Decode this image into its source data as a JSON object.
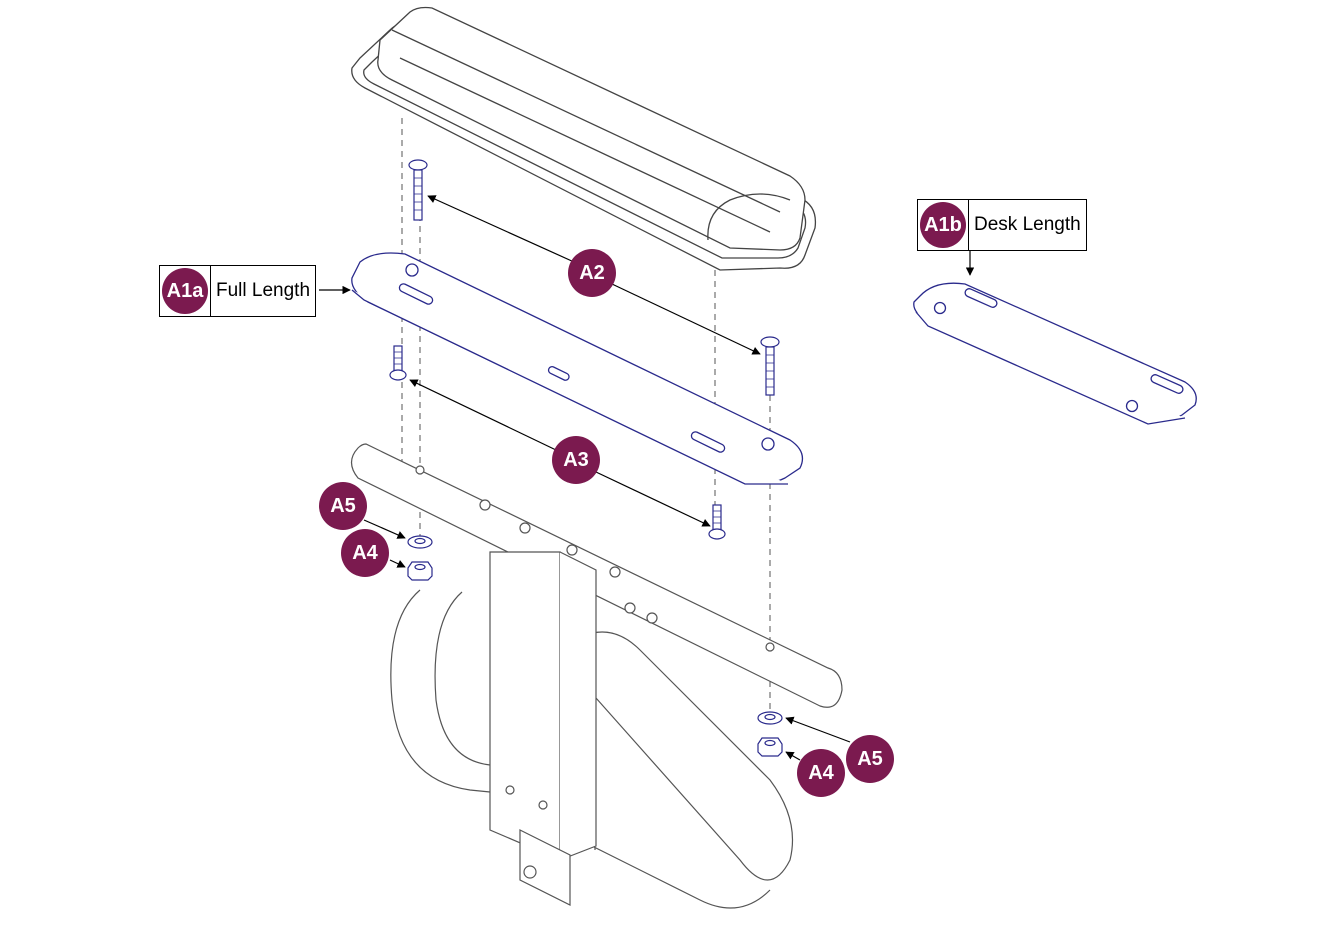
{
  "callouts": {
    "full_length": {
      "code": "A1a",
      "label": "Full Length"
    },
    "desk_length": {
      "code": "A1b",
      "label": "Desk Length"
    }
  },
  "labels": {
    "a2": "A2",
    "a3": "A3",
    "a4_left": "A4",
    "a5_left": "A5",
    "a4_right": "A4",
    "a5_right": "A5"
  },
  "colors": {
    "badge": "#7b1a4f",
    "part_outline": "#2a2a8c",
    "frame_outline": "#555555"
  }
}
